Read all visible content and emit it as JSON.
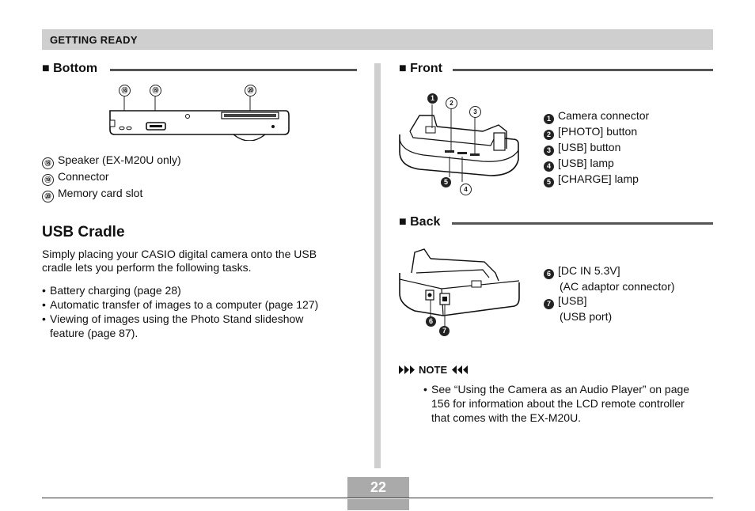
{
  "header": {
    "title": "GETTING READY"
  },
  "bottom_section": {
    "title": "■ Bottom",
    "callouts": [
      "⑱",
      "⑲",
      "⑳"
    ],
    "items": [
      {
        "num": "⑱",
        "text": "Speaker (EX-M20U only)"
      },
      {
        "num": "⑲",
        "text": "Connector"
      },
      {
        "num": "⑳",
        "text": "Memory card slot"
      }
    ]
  },
  "usb_cradle": {
    "heading": "USB Cradle",
    "intro_line1": "Simply placing your CASIO digital camera onto the USB",
    "intro_line2": "cradle lets you perform the following tasks.",
    "bullets": [
      "Battery charging (page 28)",
      "Automatic transfer of images to a computer (page 127)",
      "Viewing of images using the Photo Stand slideshow",
      "feature (page 87)."
    ]
  },
  "front_section": {
    "title": "■ Front",
    "callouts": [
      "1",
      "2",
      "3",
      "4",
      "5"
    ],
    "items": [
      {
        "num": "1",
        "text": "Camera connector"
      },
      {
        "num": "2",
        "text": "[PHOTO] button"
      },
      {
        "num": "3",
        "text": "[USB] button"
      },
      {
        "num": "4",
        "text": "[USB] lamp"
      },
      {
        "num": "5",
        "text": "[CHARGE] lamp"
      }
    ]
  },
  "back_section": {
    "title": "■ Back",
    "callouts": [
      "6",
      "7"
    ],
    "items": [
      {
        "num": "6",
        "line1": "[DC IN 5.3V]",
        "line2": "(AC adaptor connector)"
      },
      {
        "num": "7",
        "line1": "[USB]",
        "line2": "(USB port)"
      }
    ]
  },
  "note": {
    "label": "NOTE",
    "lines": [
      "See “Using the Camera as an Audio Player” on page",
      "156 for information about the LCD remote controller",
      "that comes with the EX-M20U."
    ]
  },
  "page_number": "22"
}
